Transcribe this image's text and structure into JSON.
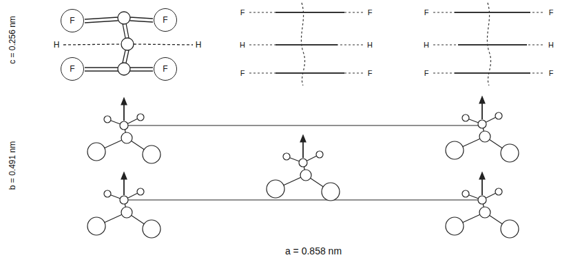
{
  "diagram": {
    "nodes": [
      {
        "text": [
          "F"
        ]
      },
      {
        "text": [
          "F"
        ]
      },
      {
        "text": [
          "F"
        ]
      },
      {
        "text": [
          "F"
        ]
      }
    ],
    "labels": [
      "c = 0.256 nm",
      "b = 0.491 nm",
      "a = 0.858 nm",
      "H",
      "H",
      "F",
      "F",
      "H",
      "H",
      "F",
      "F",
      "F",
      "F",
      "H",
      "H",
      "F",
      "F"
    ]
  }
}
